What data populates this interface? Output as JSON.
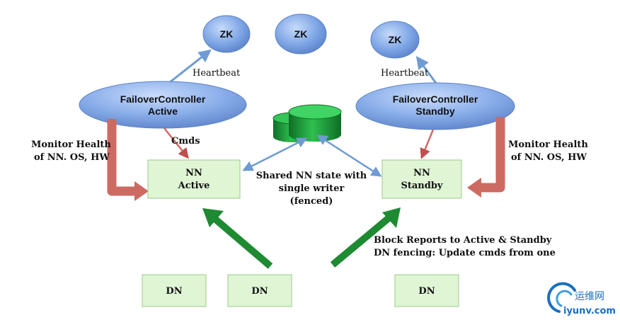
{
  "zk_nodes": [
    "ZK",
    "ZK",
    "ZK"
  ],
  "failover_active": {
    "line1": "FailoverController",
    "line2": "Active"
  },
  "failover_standby": {
    "line1": "FailoverController",
    "line2": "Standby"
  },
  "heartbeat_left": "Heartbeat",
  "heartbeat_right": "Heartbeat",
  "cmds": "Cmds",
  "monitor_left": {
    "line1": "Monitor Health",
    "line2": "of NN. OS, HW"
  },
  "monitor_right": {
    "line1": "Monitor Health",
    "line2": "of NN. OS, HW"
  },
  "nn_active": {
    "line1": "NN",
    "line2": "Active"
  },
  "nn_standby": {
    "line1": "NN",
    "line2": "Standby"
  },
  "shared_state": {
    "line1": "Shared NN state with",
    "line2": "single writer",
    "line3": "(fenced)"
  },
  "block_reports": {
    "line1": "Block Reports to Active & Standby",
    "line2": "DN fencing: Update cmds from one"
  },
  "dn_nodes": [
    "DN",
    "DN",
    "DN"
  ],
  "watermark": {
    "cn": "运维网",
    "url": "iyunv.com"
  },
  "colors": {
    "zk_fill": "#7fa6e6",
    "zk_stroke": "#5b82c8",
    "fc_fill": "#8aaeea",
    "nn_fill": "#dff5d4",
    "nn_stroke": "#9cc98a",
    "heartbeat_arrow": "#6f9bd2",
    "red_arrow": "#c0504d",
    "green_arrow": "#1e8a32",
    "cylinder": "#1f9a3a",
    "watermark_blue": "#1a6fc0"
  }
}
